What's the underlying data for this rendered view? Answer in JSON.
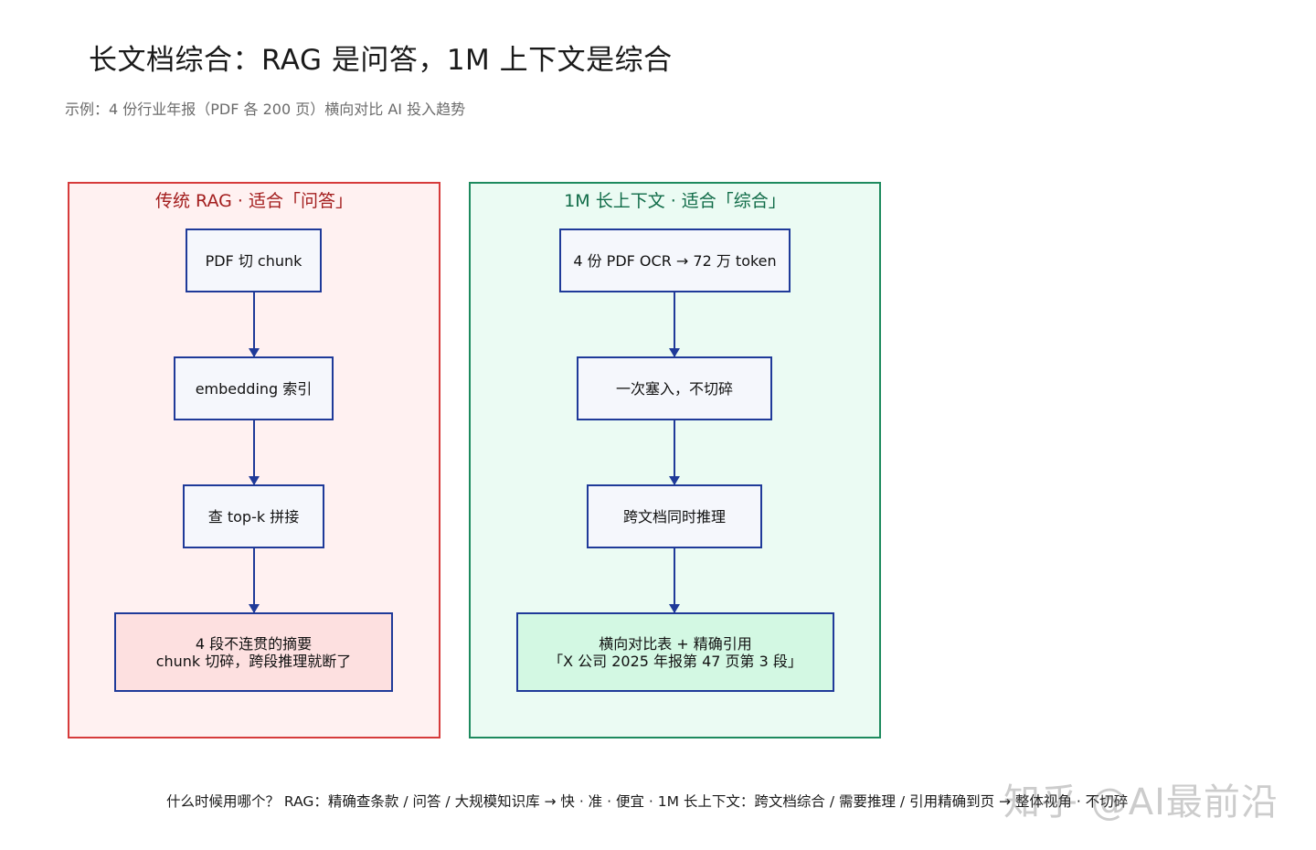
{
  "header": {
    "title": "长文档综合：RAG 是问答，1M 上下文是综合",
    "subtitle": "示例：4 份行业年报（PDF 各 200 页）横向对比 AI 投入趋势"
  },
  "rag_panel": {
    "title": "传统 RAG · 适合「问答」",
    "steps": [
      "PDF 切 chunk",
      "embedding 索引",
      "查 top-k 拼接"
    ],
    "result_line1": "4 段不连贯的摘要",
    "result_line2": "chunk 切碎，跨段推理就断了"
  },
  "long_panel": {
    "title": "1M 长上下文 · 适合「综合」",
    "steps": [
      "4 份 PDF OCR → 72 万 token",
      "一次塞入，不切碎",
      "跨文档同时推理"
    ],
    "result_line1": "横向对比表 + 精确引用",
    "result_line2": "「X 公司 2025 年报第 47 页第 3 段」"
  },
  "footer": {
    "text": "什么时候用哪个？ RAG：精确查条款 / 问答 / 大规模知识库 → 快 · 准 · 便宜 · 1M 长上下文：跨文档综合 / 需要推理 / 引用精确到页 → 整体视角 · 不切碎"
  },
  "watermark": {
    "text": "知乎 @AI最前沿"
  },
  "colors": {
    "rag_border": "#d63b3b",
    "rag_fill": "#fff1f1",
    "long_border": "#1d8a5e",
    "long_fill": "#ebfbf3",
    "node_border": "#1f3a99",
    "bad_result_fill": "#fde0e0",
    "good_result_fill": "#d3f8e3"
  }
}
